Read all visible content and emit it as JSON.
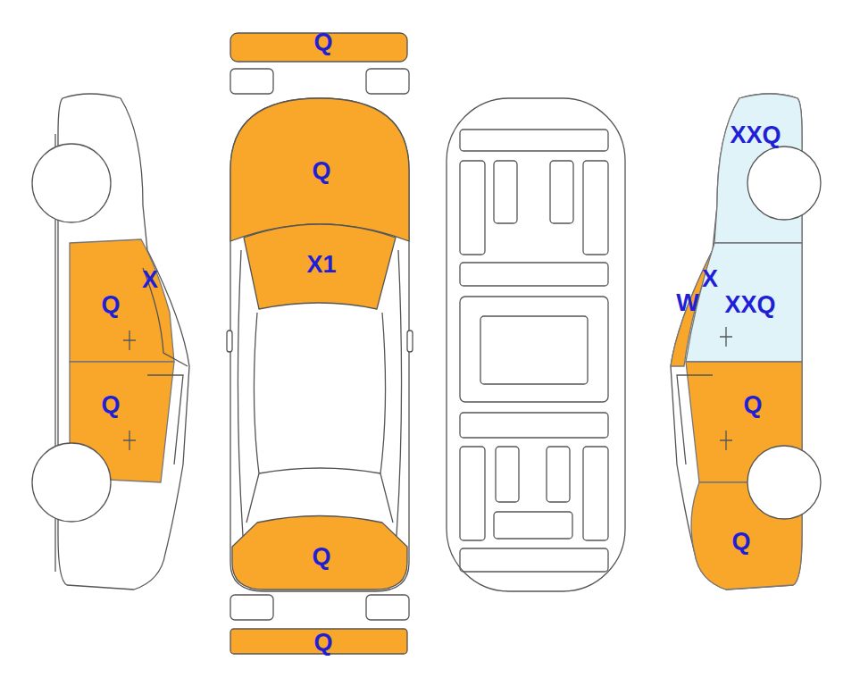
{
  "diagram": {
    "labels": [
      "Q",
      "XXQ",
      "Q",
      "X1",
      "X",
      "X",
      "Q",
      "W",
      "XXQ",
      "Q",
      "Q",
      "Q",
      "Q",
      "Q"
    ]
  }
}
